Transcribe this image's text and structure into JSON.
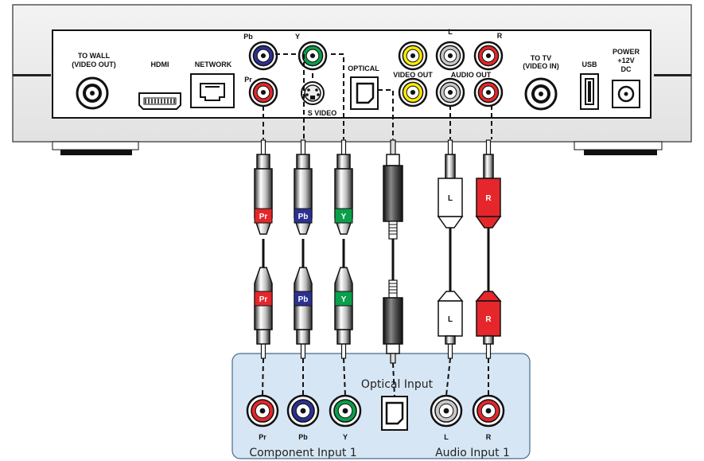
{
  "device": {
    "labels": {
      "to_wall": [
        "TO WALL",
        "(VIDEO OUT)"
      ],
      "hdmi": "HDMI",
      "network": "NETWORK",
      "pb": "Pb",
      "y": "Y",
      "pr": "Pr",
      "s_video": "S VIDEO",
      "optical": "OPTICAL",
      "video_out": "VIDEO OUT",
      "audio_l": "L",
      "audio_r": "R",
      "audio_out": "AUDIO OUT",
      "to_tv": [
        "TO TV",
        "(VIDEO IN)"
      ],
      "usb": "USB",
      "power": [
        "POWER",
        "+12V",
        "DC"
      ]
    }
  },
  "cables": {
    "pr": "Pr",
    "pb": "Pb",
    "y": "Y",
    "l": "L",
    "r": "R"
  },
  "tv_panel": {
    "optical_input": "Optical Input",
    "jack_labels": [
      "Pr",
      "Pb",
      "Y",
      "L",
      "R"
    ],
    "component_input": "Component Input 1",
    "audio_input": "Audio Input 1"
  },
  "colors": {
    "red": "#e5262a",
    "blue": "#2b3192",
    "green": "#0a9f4a",
    "yellow": "#ffec00",
    "panel": "#d7e6f4"
  }
}
